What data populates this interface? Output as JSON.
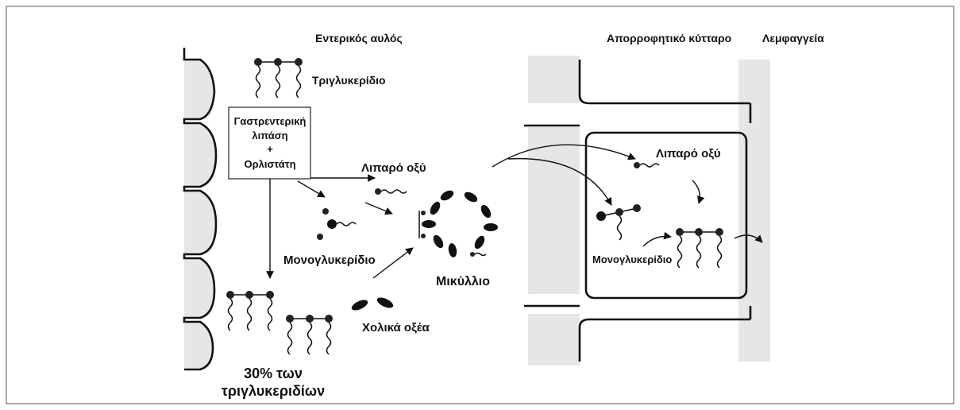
{
  "labels": {
    "intestinal_lumen": "Εντερικός αυλός",
    "absorptive_cell": "Απορροφητικό κύτταρο",
    "lymphatics": "Λεμφαγγεία",
    "triglyceride": "Τριγλυκερίδιο",
    "lipase_box": [
      "Γαστρεντερική",
      "λιπάση",
      "+",
      "Ορλιστάτη"
    ],
    "fatty_acid_lumen": "Λιπαρό οξύ",
    "monoglyceride_lumen": "Μονογλυκερίδιο",
    "micelle": "Μικύλλιο",
    "bile_acids": "Χολικά οξέα",
    "triglyceride_percent": [
      "30% των",
      "τριγλυκεριδίων"
    ],
    "fatty_acid_cell": "Λιπαρό οξύ",
    "monoglyceride_cell": "Μονογλυκερίδιο"
  }
}
